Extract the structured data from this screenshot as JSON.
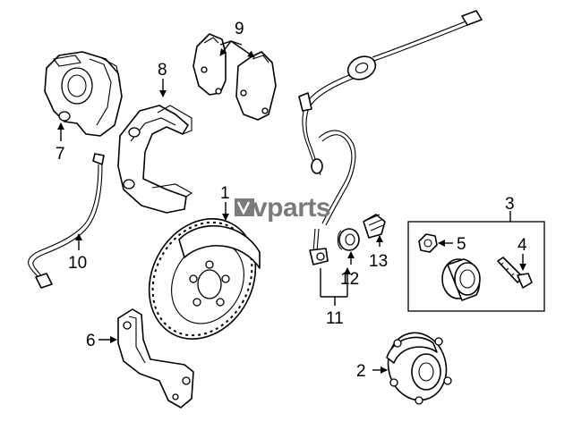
{
  "watermark": {
    "brand": "vparts"
  },
  "callouts": {
    "c1": "1",
    "c2": "2",
    "c3": "3",
    "c4": "4",
    "c5": "5",
    "c6": "6",
    "c7": "7",
    "c8": "8",
    "c9": "9",
    "c10": "10",
    "c11": "11",
    "c12": "12",
    "c13": "13"
  }
}
